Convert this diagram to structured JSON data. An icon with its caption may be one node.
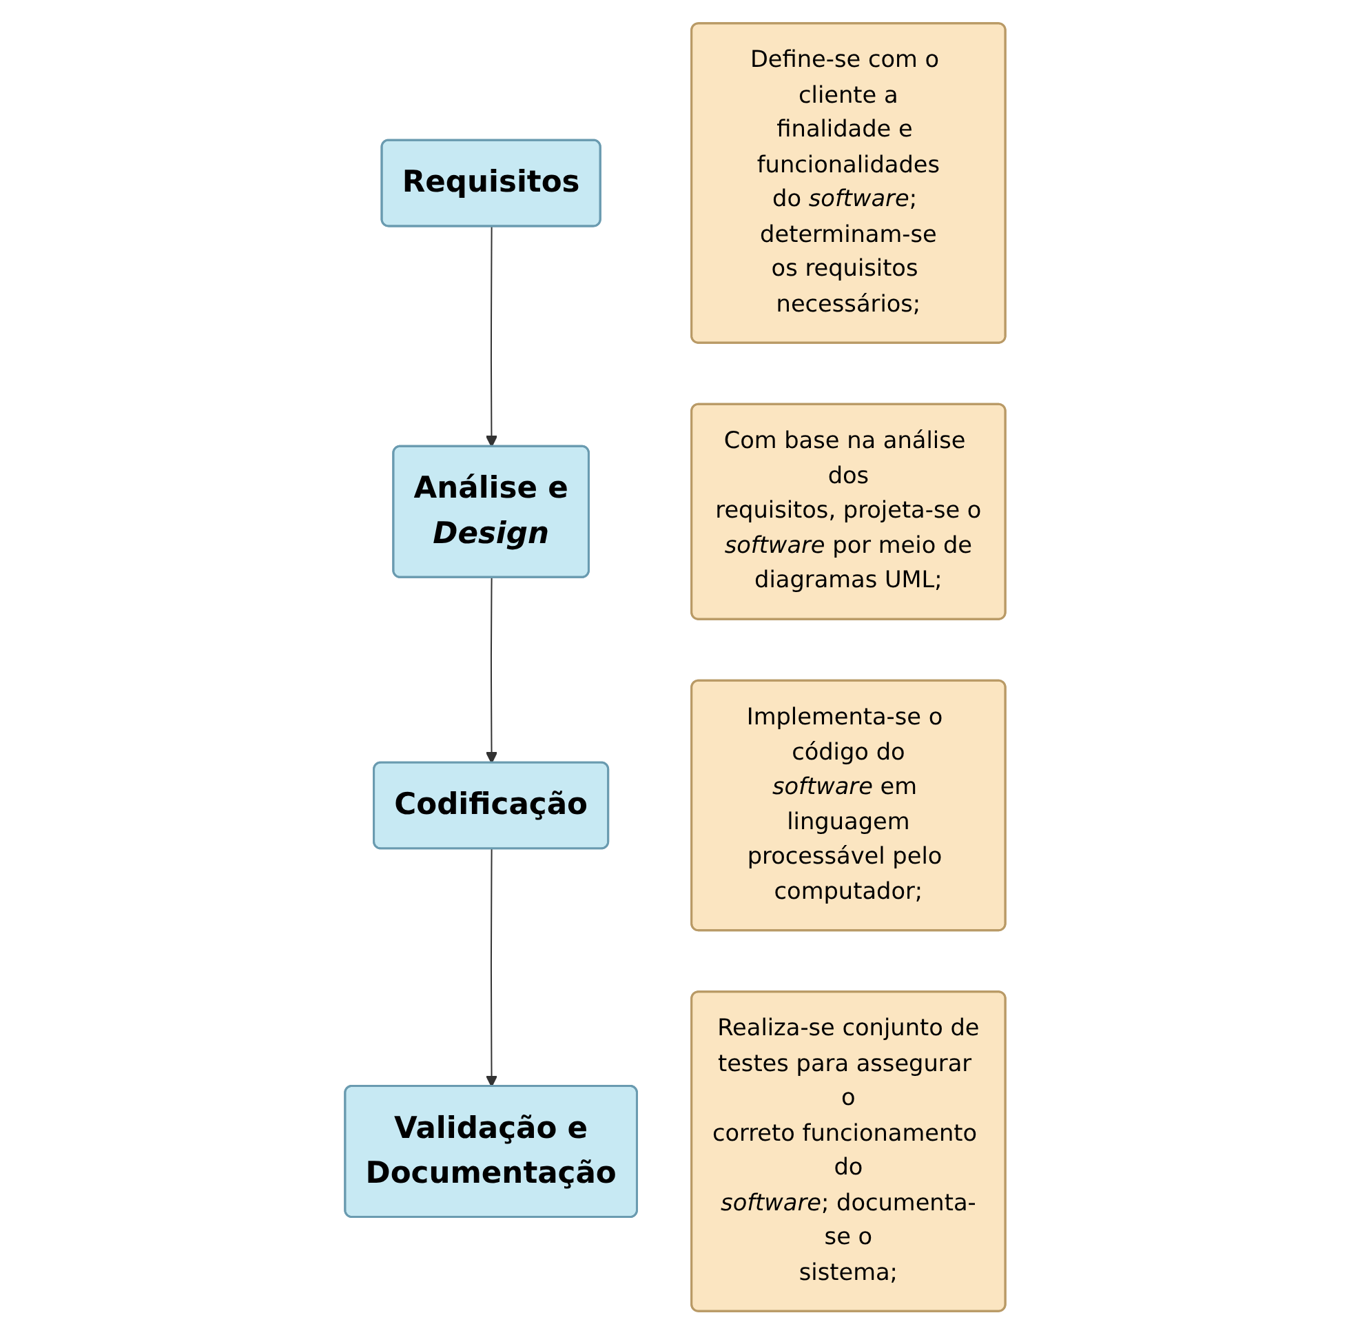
{
  "diagram": {
    "nodes": [
      {
        "text": [
          "Requisitos"
        ]
      },
      {
        "text": [
          "Define-se com o cliente a finalidade e funcionalidades do *software*; determinam-se os requisitos necessários;"
        ]
      },
      {
        "text": [
          "Análise e *Design*"
        ]
      },
      {
        "text": [
          "Com base na análise dos requisitos, projeta-se o *software* por meio de diagramas UML;"
        ]
      },
      {
        "text": [
          "Codificação"
        ]
      },
      {
        "text": [
          "Implementa-se o código do *software* em linguagem processável pelo computador;"
        ]
      },
      {
        "text": [
          "Validação e Documentação"
        ]
      },
      {
        "text": [
          "Realiza-se conjunto de testes para assegurar o correto funcionamento do *software*; documenta-se o sistema;"
        ]
      }
    ],
    "edges": [
      {
        "from": 0,
        "to": 2,
        "arrow": "to"
      },
      {
        "from": 2,
        "to": 4,
        "arrow": "to"
      },
      {
        "from": 4,
        "to": 6,
        "arrow": "to"
      }
    ]
  }
}
